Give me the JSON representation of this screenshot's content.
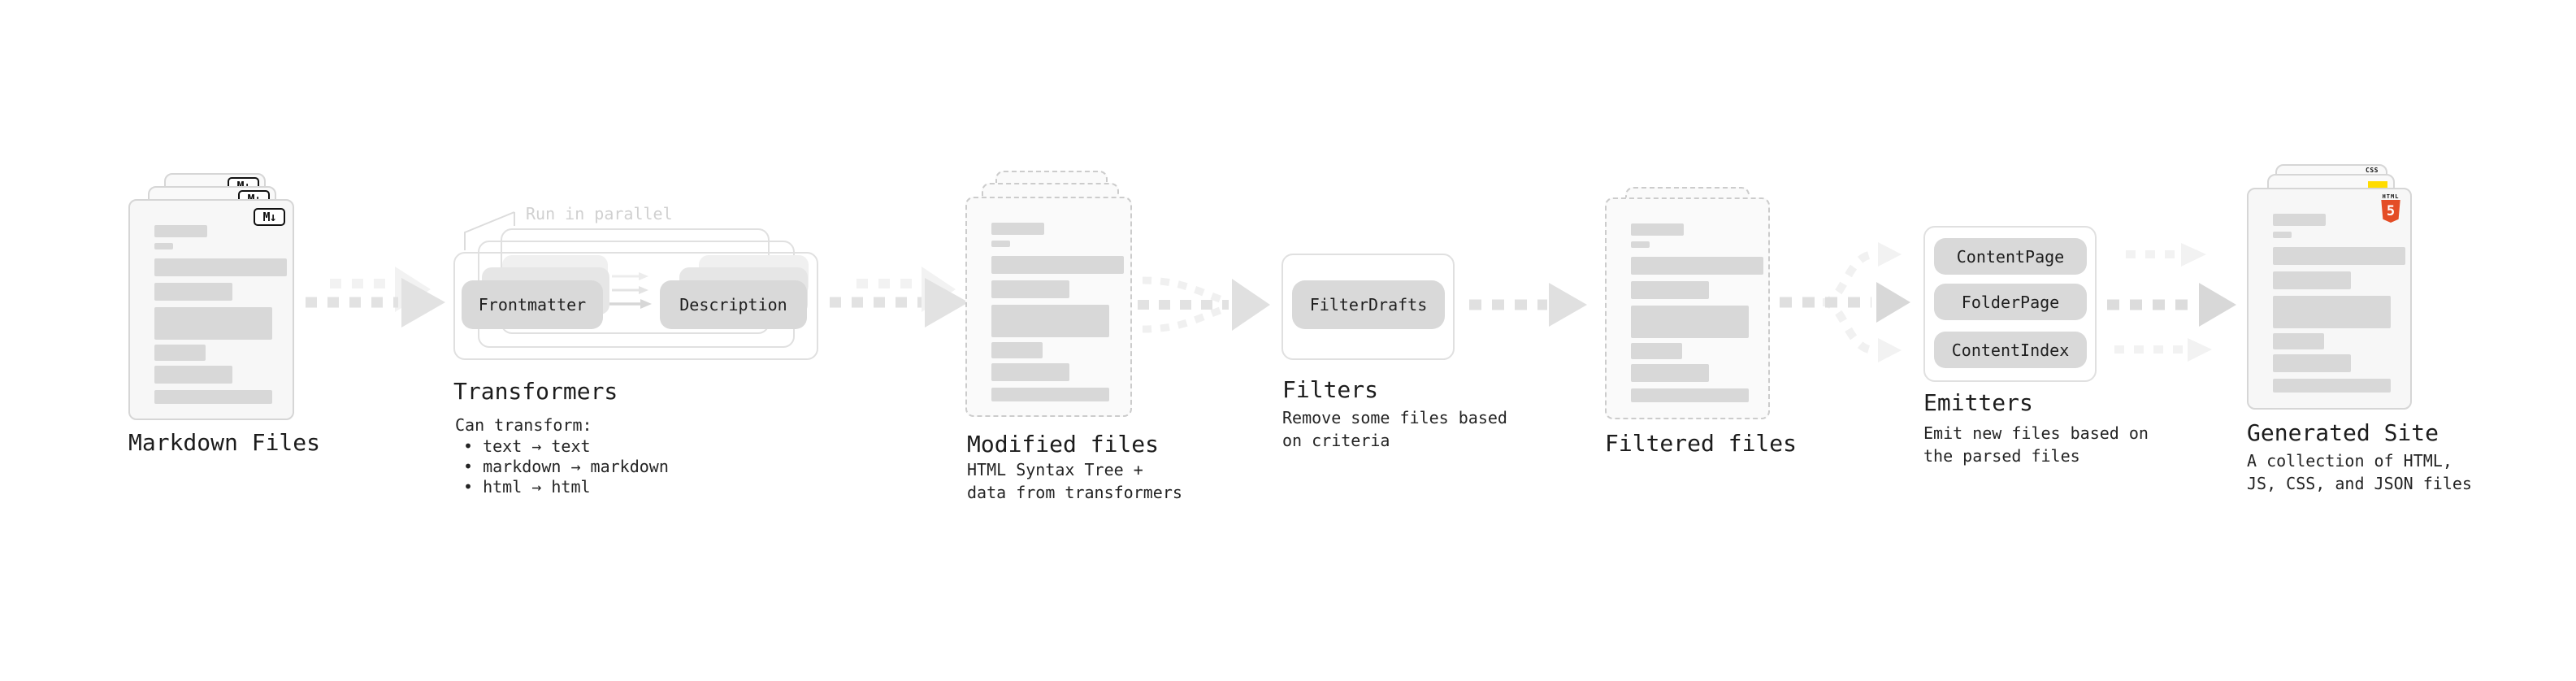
{
  "palette": {
    "background": "#ffffff",
    "card_fill": "#f7f7f7",
    "card_border": "#d6d6d6",
    "dashed_border": "#cccccc",
    "pill_fill": "#d9d9d9",
    "arrow_main": "#e2e2e2",
    "arrow_faint": "#f2f2f2",
    "arrow_strong": "#d8d8d8",
    "text_dark": "#1c1c1c",
    "annotation_gray": "#d0d0d0",
    "html5_orange": "#e44d26",
    "js_yellow": "#ffdc00",
    "css_blue": "#2a63f4"
  },
  "stages": {
    "markdown": {
      "title": "Markdown Files",
      "badge": "M↓"
    },
    "transformers": {
      "title": "Transformers",
      "annotation": "Run in parallel",
      "pills": [
        "Frontmatter",
        "Description"
      ],
      "heading": "Can transform:",
      "bullets": [
        "• text → text",
        "• markdown → markdown",
        "• html → html"
      ]
    },
    "modified": {
      "title": "Modified files",
      "desc": [
        "HTML Syntax Tree +",
        "data from transformers"
      ]
    },
    "filters": {
      "title": "Filters",
      "pill": "FilterDrafts",
      "desc": [
        "Remove some files based",
        "on criteria"
      ]
    },
    "filtered": {
      "title": "Filtered files"
    },
    "emitters": {
      "title": "Emitters",
      "pills": [
        "ContentPage",
        "FolderPage",
        "ContentIndex"
      ],
      "desc": [
        "Emit new files based on",
        "the parsed files"
      ]
    },
    "site": {
      "title": "Generated Site",
      "desc": [
        "A collection of HTML,",
        "JS, CSS, and JSON files"
      ],
      "badges": {
        "css": "CSS",
        "html_label": "HTML",
        "html_number": "5"
      }
    }
  }
}
